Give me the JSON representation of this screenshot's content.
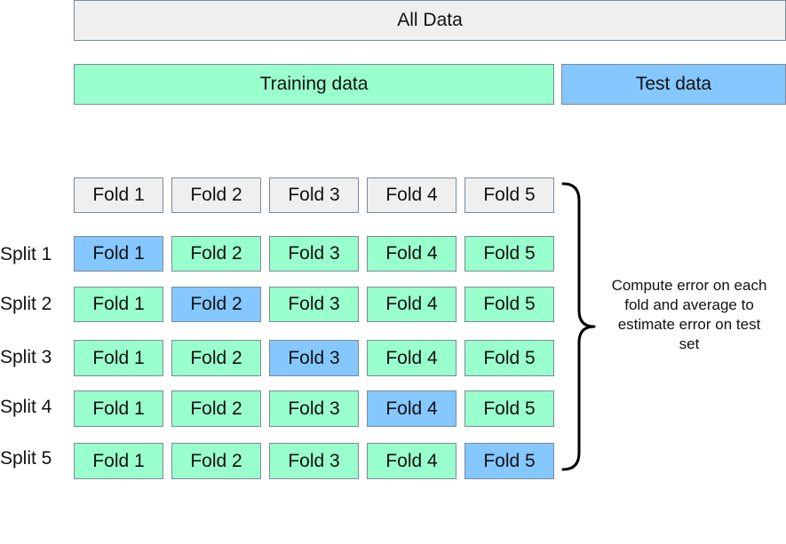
{
  "all_data": "All Data",
  "training_data": "Training data",
  "test_data": "Test data",
  "header_folds": [
    "Fold 1",
    "Fold 2",
    "Fold 3",
    "Fold 4",
    "Fold 5"
  ],
  "splits": [
    {
      "label": "Split 1",
      "folds": [
        "Fold 1",
        "Fold 2",
        "Fold 3",
        "Fold 4",
        "Fold 5"
      ],
      "test_fold": 1
    },
    {
      "label": "Split 2",
      "folds": [
        "Fold 1",
        "Fold 2",
        "Fold 3",
        "Fold 4",
        "Fold 5"
      ],
      "test_fold": 2
    },
    {
      "label": "Split 3",
      "folds": [
        "Fold 1",
        "Fold 2",
        "Fold 3",
        "Fold 4",
        "Fold 5"
      ],
      "test_fold": 3
    },
    {
      "label": "Split 4",
      "folds": [
        "Fold 1",
        "Fold 2",
        "Fold 3",
        "Fold 4",
        "Fold 5"
      ],
      "test_fold": 4
    },
    {
      "label": "Split 5",
      "folds": [
        "Fold 1",
        "Fold 2",
        "Fold 3",
        "Fold 4",
        "Fold 5"
      ],
      "test_fold": 5
    }
  ],
  "note": "Compute error on each fold and average to estimate error on test set",
  "colors": {
    "neutral": "#efefef",
    "training": "#99ffcc",
    "test": "#85c7ff"
  }
}
